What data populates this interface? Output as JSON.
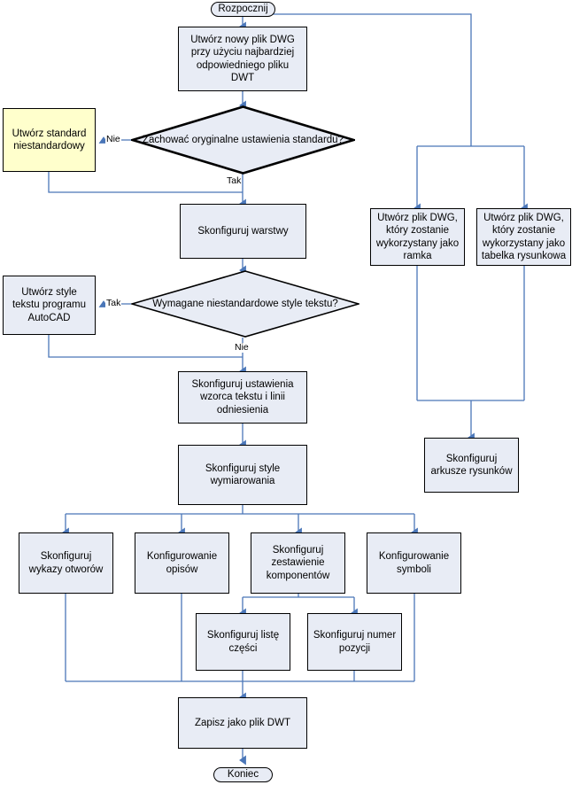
{
  "diagram": {
    "title_text": "Rozpocznij",
    "accent_line": "#4a76b8",
    "node_fill": "#e8ecf5",
    "alt_fill": "#ffffcc",
    "node_stroke": "#000000",
    "background": "#ffffff",
    "nodes": [
      {
        "id": "start",
        "type": "terminator",
        "label": "Rozpocznij"
      },
      {
        "id": "newdwg",
        "type": "process",
        "label": "Utwórz nowy plik DWG przy użyciu najbardziej odpowiedniego pliku DWT"
      },
      {
        "id": "keepstd",
        "type": "decision",
        "label": "Zachować oryginalne ustawienia standardu?"
      },
      {
        "id": "customstd",
        "type": "process",
        "label": "Utwórz standard niestandardowy"
      },
      {
        "id": "layers",
        "type": "process",
        "label": "Skonfiguruj warstwy"
      },
      {
        "id": "textstyles",
        "type": "decision",
        "label": "Wymagane niestandardowe style tekstu?"
      },
      {
        "id": "acadtext",
        "type": "process",
        "label": "Utwórz style tekstu programu AutoCAD"
      },
      {
        "id": "leader",
        "type": "process",
        "label": "Skonfiguruj ustawienia wzorca tekstu i linii odniesienia"
      },
      {
        "id": "dimstyles",
        "type": "process",
        "label": "Skonfiguruj style wymiarowania"
      },
      {
        "id": "holes",
        "type": "process",
        "label": "Skonfiguruj wykazy otworów"
      },
      {
        "id": "notes",
        "type": "process",
        "label": "Konfigurowanie opisów"
      },
      {
        "id": "bom",
        "type": "process",
        "label": "Skonfiguruj zestawienie komponentów"
      },
      {
        "id": "symbols",
        "type": "process",
        "label": "Konfigurowanie symboli"
      },
      {
        "id": "partslist",
        "type": "process",
        "label": "Skonfiguruj listę części"
      },
      {
        "id": "itemnumber",
        "type": "process",
        "label": "Skonfiguruj numer pozycji"
      },
      {
        "id": "saveDWT",
        "type": "process",
        "label": "Zapisz jako plik DWT"
      },
      {
        "id": "end",
        "type": "terminator",
        "label": "Koniec"
      },
      {
        "id": "frame",
        "type": "process",
        "label": "Utwórz plik DWG, który zostanie wykorzystany jako ramka"
      },
      {
        "id": "titleblock",
        "type": "process",
        "label": "Utwórz plik DWG, który zostanie wykorzystany jako tabelka rysunkowa"
      },
      {
        "id": "sheets",
        "type": "process",
        "label": "Skonfiguruj arkusze rysunków"
      }
    ],
    "edge_labels": [
      {
        "id": "keepstd-no",
        "label": "Nie"
      },
      {
        "id": "keepstd-yes",
        "label": "Tak"
      },
      {
        "id": "textstyles-yes",
        "label": "Tak"
      },
      {
        "id": "textstyles-no",
        "label": "Nie"
      }
    ]
  }
}
